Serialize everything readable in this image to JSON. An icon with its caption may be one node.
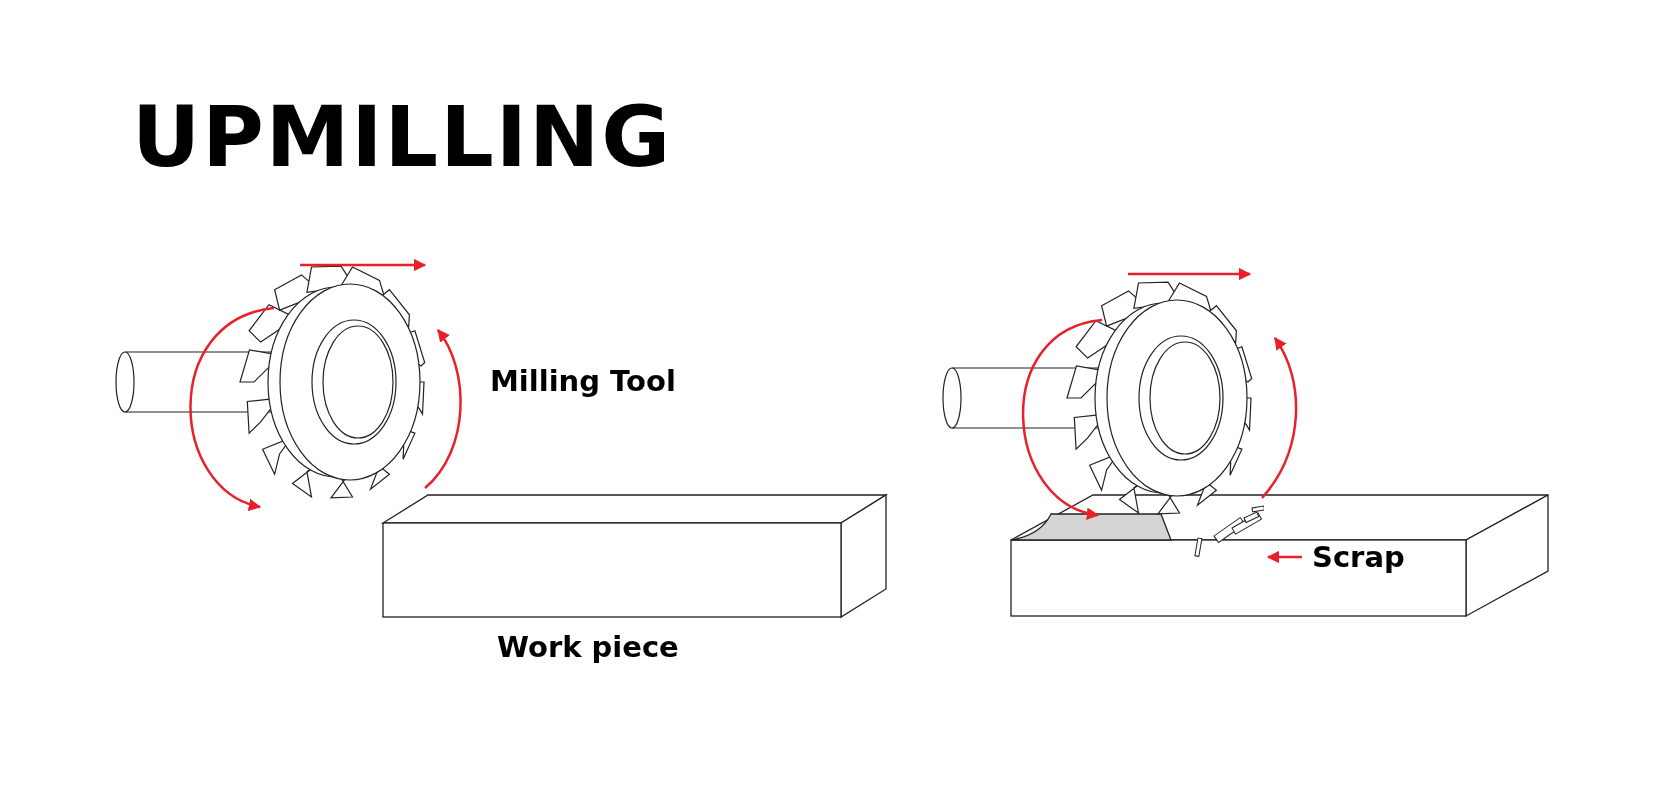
{
  "diagram": {
    "title": "UPMILLING",
    "nodes": [
      {
        "text": [
          "Scrap"
        ]
      },
      {
        "text": [],
        "shape": "picture"
      }
    ],
    "edges": [
      {
        "from": 0,
        "to": 1,
        "arrow": "to"
      }
    ],
    "labels": [
      "Milling Tool",
      "Work piece"
    ]
  }
}
